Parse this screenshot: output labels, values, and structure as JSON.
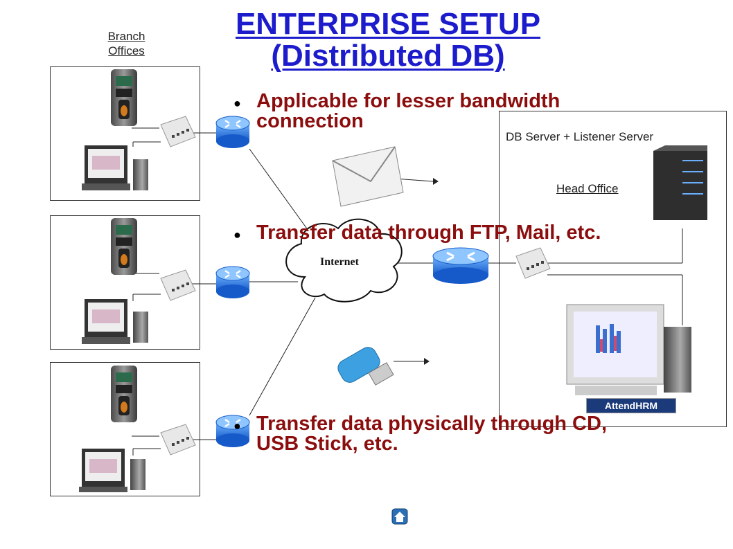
{
  "title_line1": "ENTERPRISE SETUP",
  "title_line2": "(Distributed DB)",
  "branch_label_line1": "Branch",
  "branch_label_line2": "Offices",
  "bullets": [
    {
      "line1": "Applicable for lesser bandwidth",
      "line2": "connection"
    },
    {
      "line1": "Transfer data through FTP, Mail, etc.",
      "line2": ""
    },
    {
      "line1": "Transfer data physically through CD,",
      "line2": "USB Stick, etc."
    }
  ],
  "server_label": "DB Server + Listener Server",
  "head_office_label": "Head Office",
  "internet_label": "Internet",
  "logo_text": "AttendHRM",
  "colors": {
    "title": "#1c1ccc",
    "bullet_text": "#8b0d0d",
    "router": "#2a7be0"
  }
}
